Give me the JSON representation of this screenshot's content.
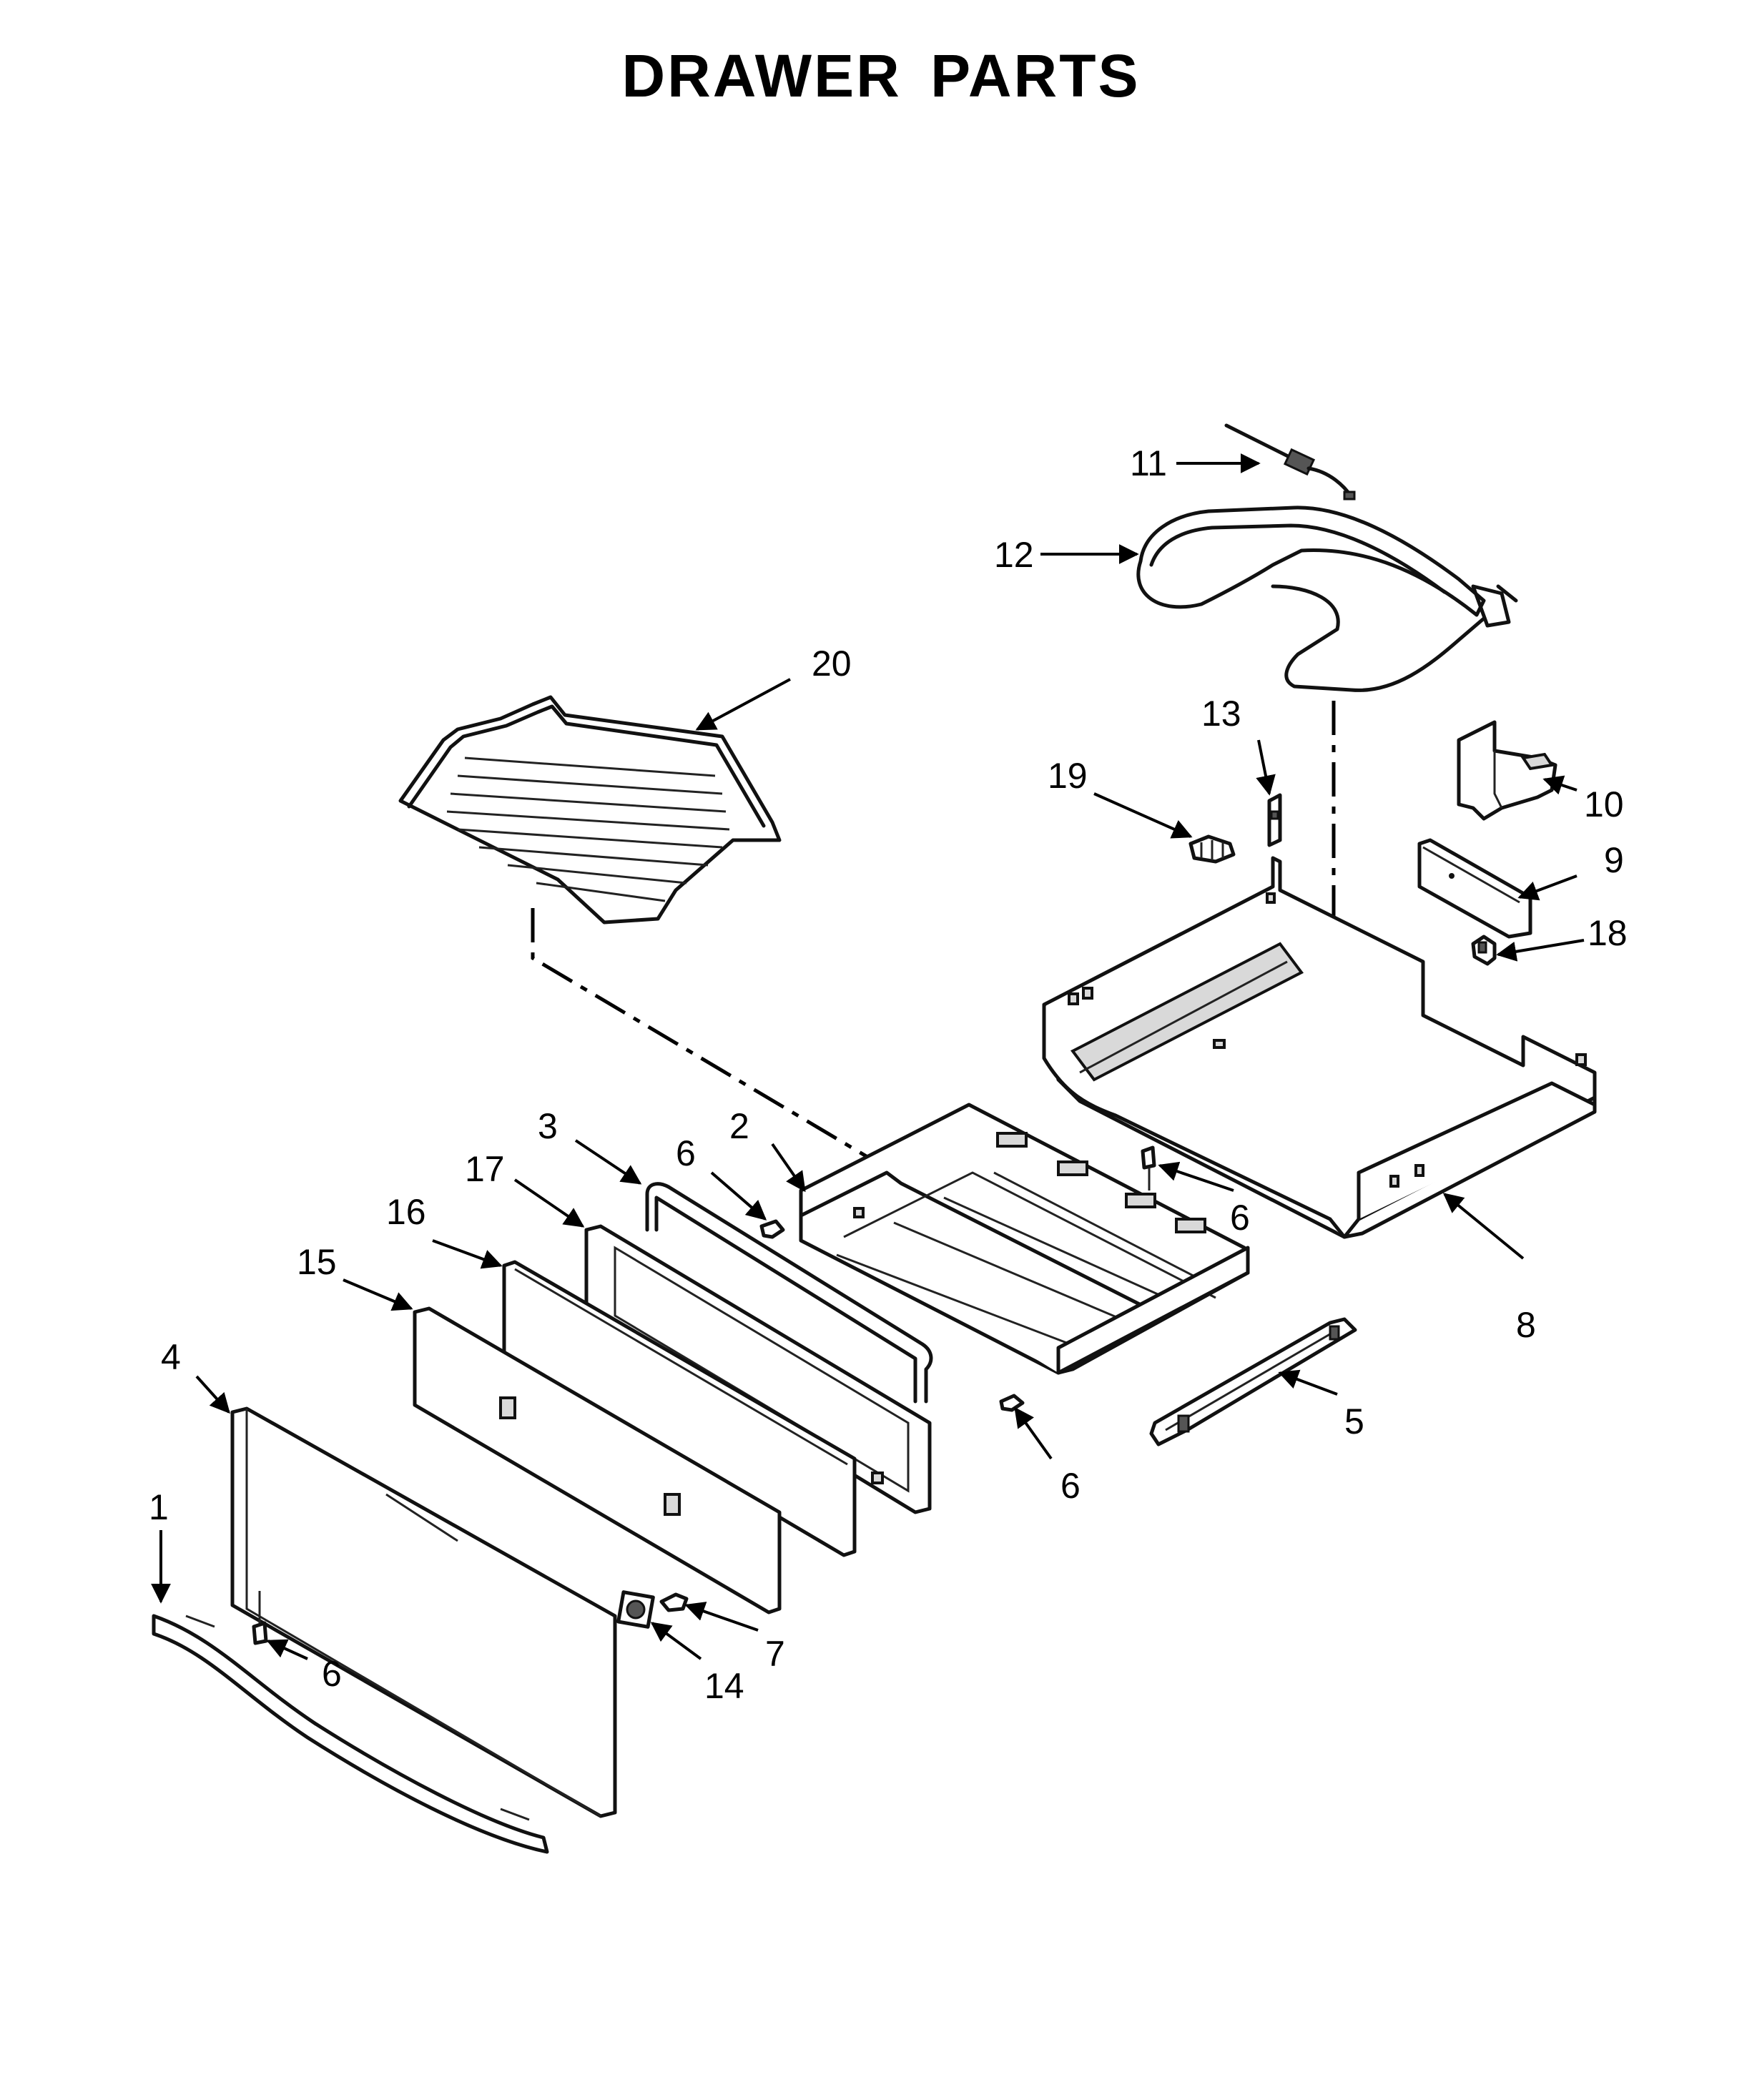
{
  "title": "DRAWER PARTS",
  "callouts": {
    "c1": "1",
    "c2": "2",
    "c3": "3",
    "c4": "4",
    "c5": "5",
    "c6a": "6",
    "c6b": "6",
    "c6c": "6",
    "c6d": "6",
    "c7": "7",
    "c8": "8",
    "c9": "9",
    "c10": "10",
    "c11": "11",
    "c12": "12",
    "c13": "13",
    "c14": "14",
    "c15": "15",
    "c16": "16",
    "c17": "17",
    "c18": "18",
    "c19": "19",
    "c20": "20"
  }
}
